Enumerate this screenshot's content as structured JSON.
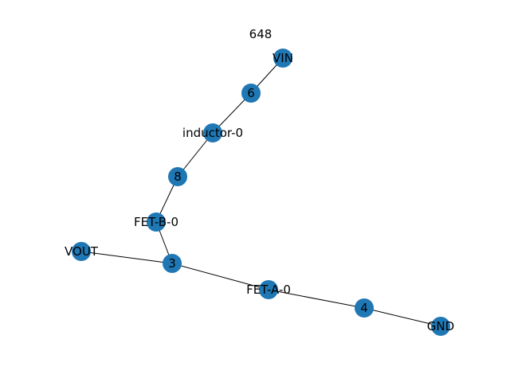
{
  "title": "648",
  "colors": {
    "node": "#1f77b4",
    "edge": "#000000",
    "label": "#000000",
    "background": "#ffffff"
  },
  "nodes": [
    {
      "id": "VIN",
      "label": "VIN"
    },
    {
      "id": "6",
      "label": "6"
    },
    {
      "id": "inductor-0",
      "label": "inductor-0"
    },
    {
      "id": "8",
      "label": "8"
    },
    {
      "id": "FET-B-0",
      "label": "FET-B-0"
    },
    {
      "id": "VOUT",
      "label": "VOUT"
    },
    {
      "id": "3",
      "label": "3"
    },
    {
      "id": "FET-A-0",
      "label": "FET-A-0"
    },
    {
      "id": "4",
      "label": "4"
    },
    {
      "id": "GND",
      "label": "GND"
    }
  ],
  "edges": [
    {
      "source": "VIN",
      "target": "6"
    },
    {
      "source": "6",
      "target": "inductor-0"
    },
    {
      "source": "inductor-0",
      "target": "8"
    },
    {
      "source": "8",
      "target": "FET-B-0"
    },
    {
      "source": "FET-B-0",
      "target": "3"
    },
    {
      "source": "VOUT",
      "target": "3"
    },
    {
      "source": "3",
      "target": "FET-A-0"
    },
    {
      "source": "FET-A-0",
      "target": "4"
    },
    {
      "source": "4",
      "target": "GND"
    }
  ]
}
